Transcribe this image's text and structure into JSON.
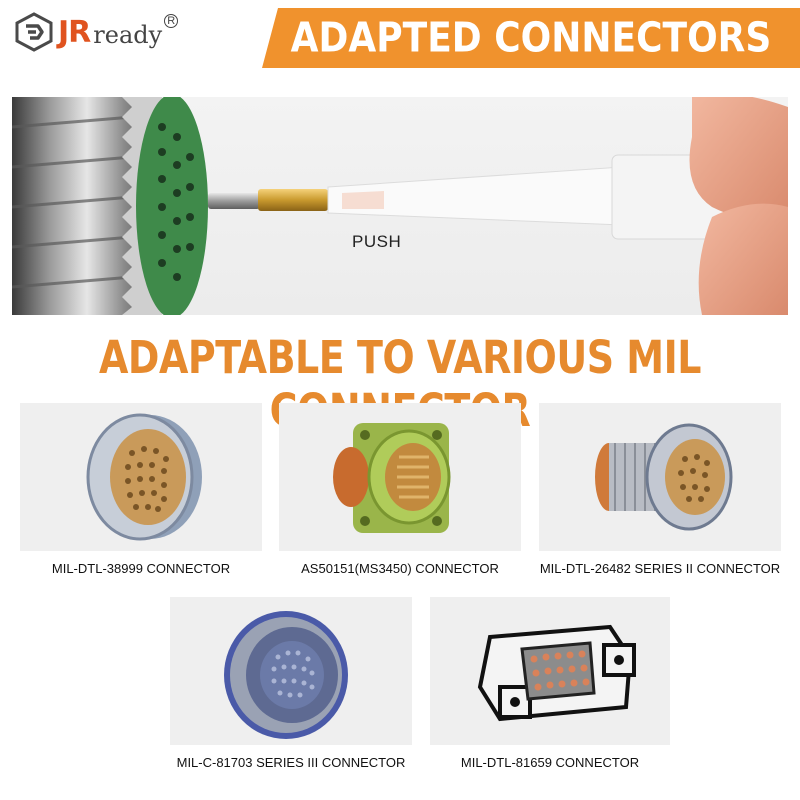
{
  "brand": {
    "mark_icon": "jr-logo-icon",
    "name_bold": "JR",
    "name_light": "ready",
    "registered": "R"
  },
  "header": {
    "title": "ADAPTED CONNECTORS",
    "accent_color": "#f0922d"
  },
  "hero": {
    "label": "PUSH"
  },
  "section": {
    "title": "ADAPTABLE TO VARIOUS MIL CONNECTOR",
    "title_color": "#e68a2e"
  },
  "connectors": [
    {
      "caption": "MIL-DTL-38999 CONNECTOR"
    },
    {
      "caption": "AS50151(MS3450) CONNECTOR"
    },
    {
      "caption": "MIL-DTL-26482 SERIES II CONNECTOR"
    },
    {
      "caption": "MIL-C-81703 SERIES III CONNECTOR"
    },
    {
      "caption": "MIL-DTL-81659 CONNECTOR"
    }
  ]
}
